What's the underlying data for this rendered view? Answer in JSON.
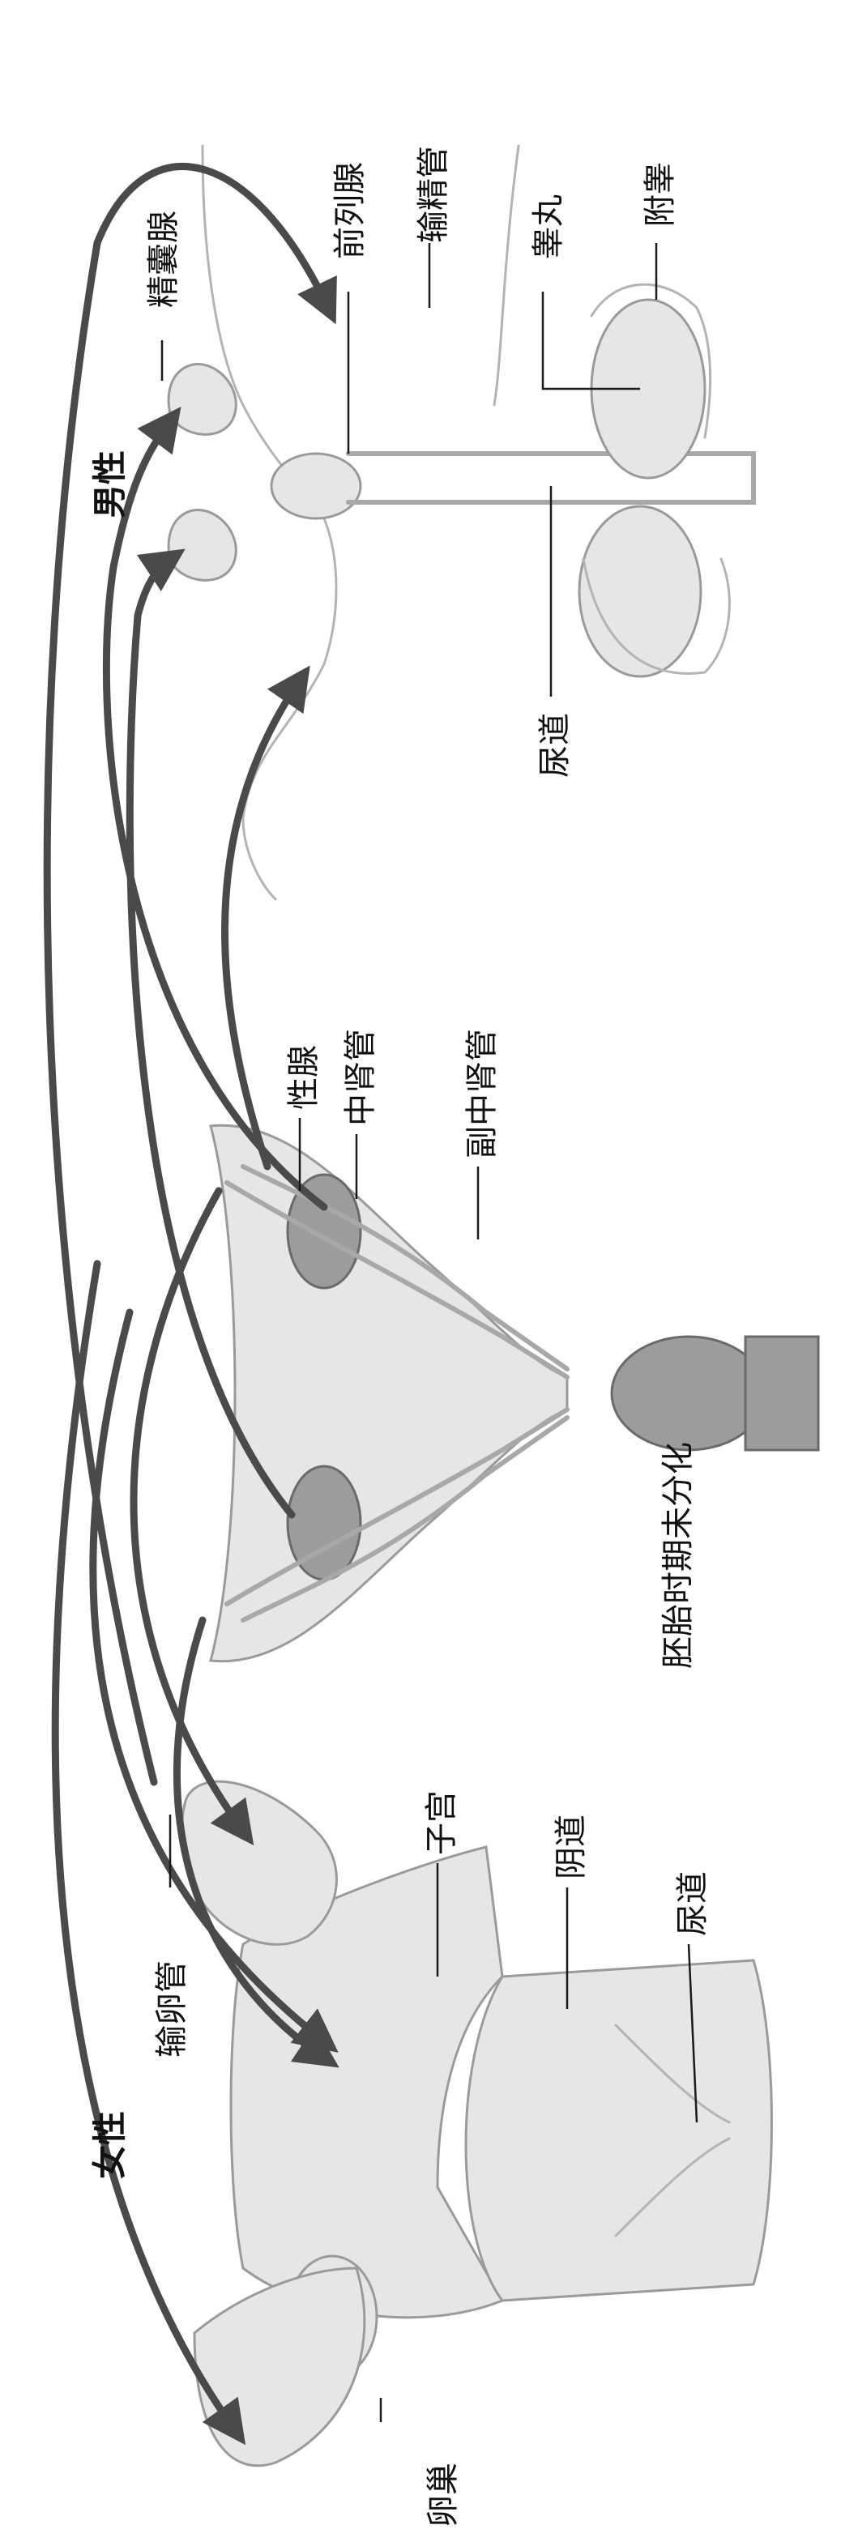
{
  "female": {
    "title": "女性",
    "labels": {
      "oviduct": "输卵管",
      "uterus": "子宫",
      "vagina": "阴道",
      "urethra": "尿道",
      "ovary": "卵巢"
    }
  },
  "indifferent": {
    "caption": "胚胎时期未分化",
    "labels": {
      "gonad": "性腺",
      "mesonephric_duct": "中肾管",
      "paramesonephric_duct": "副中肾管"
    }
  },
  "male": {
    "title": "男性",
    "labels": {
      "seminal_vesicle": "精囊腺",
      "prostate": "前列腺",
      "vas_deferens": "输精管",
      "testis": "睾丸",
      "epididymis": "附睾",
      "urethra": "尿道"
    }
  },
  "colors": {
    "arrow": "#4a4a4a",
    "organ_fill": "#e6e6e6",
    "organ_dark": "#9c9c9c"
  }
}
